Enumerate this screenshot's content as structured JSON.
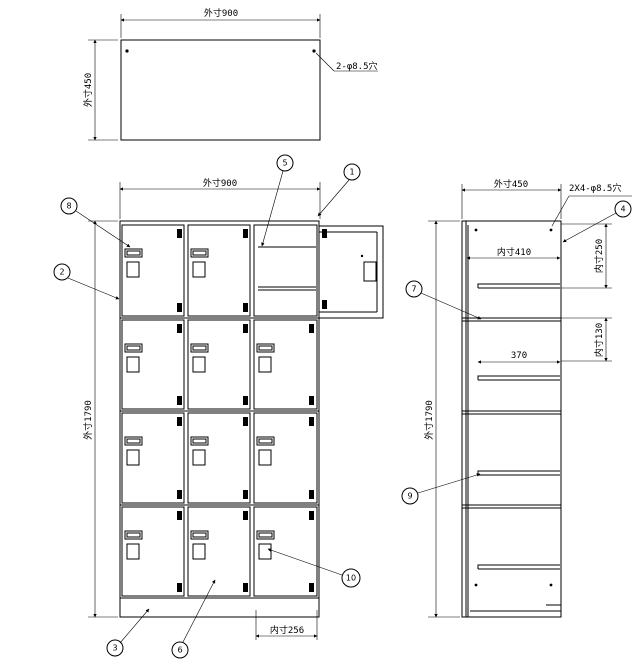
{
  "top_view": {
    "width_label": "外寸900",
    "depth_label": "外寸450",
    "hole_label": "2-φ8.5穴"
  },
  "front_view": {
    "width_label": "外寸900",
    "height_label": "外寸1790",
    "compartment_width_label": "内寸256"
  },
  "side_view": {
    "depth_label": "外寸450",
    "hole_label": "2X4-φ8.5穴",
    "inner_depth_label": "内寸410",
    "inner_height_label": "内寸250",
    "shelf_height_label": "内寸130",
    "shelf_length_label": "370",
    "height_label": "外寸1790"
  },
  "balloons": [
    "1",
    "2",
    "3",
    "4",
    "5",
    "6",
    "7",
    "8",
    "9",
    "10"
  ]
}
